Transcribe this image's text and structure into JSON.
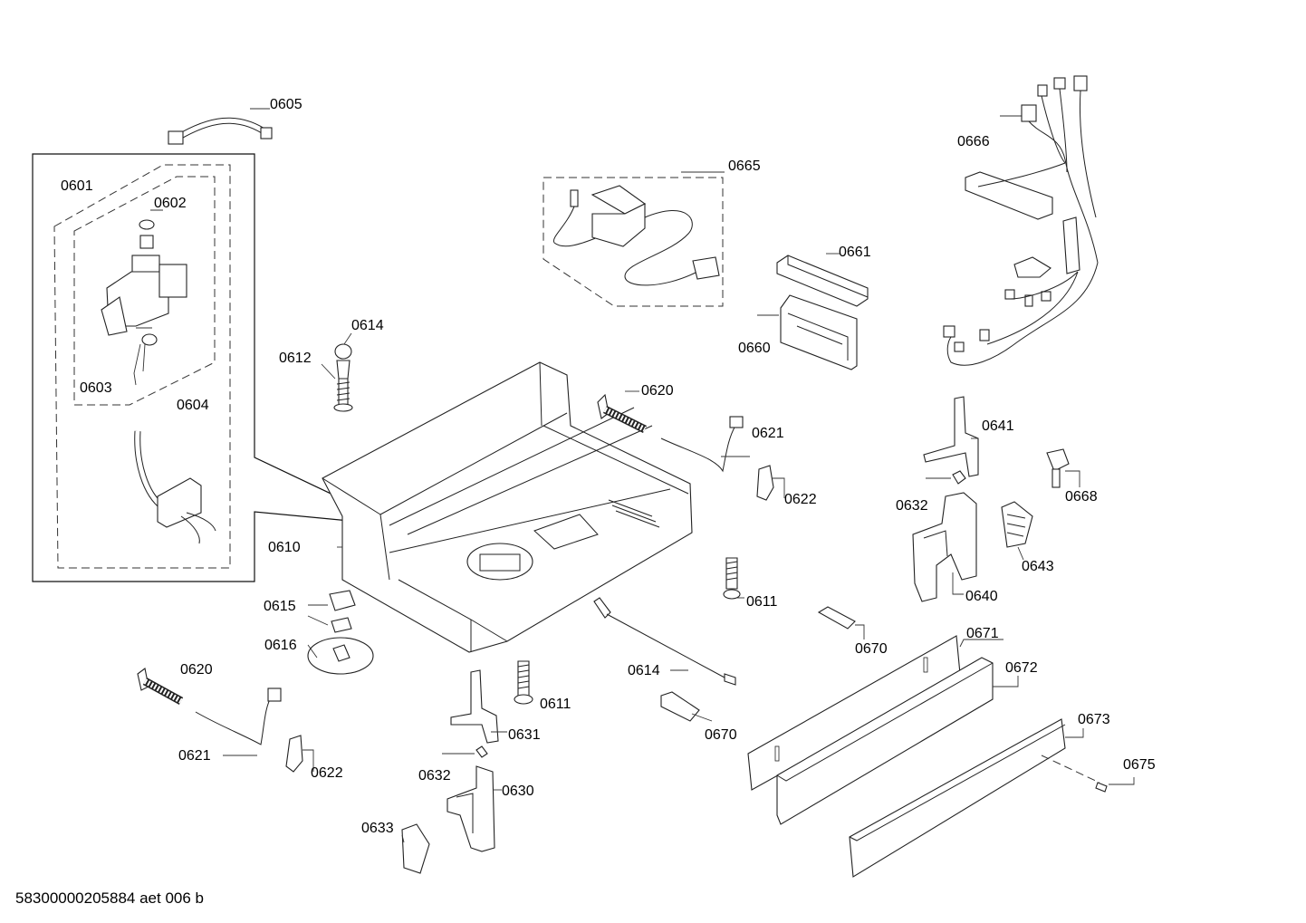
{
  "callouts": {
    "c0601": "0601",
    "c0602": "0602",
    "c0603": "0603",
    "c0604": "0604",
    "c0605": "0605",
    "c0610": "0610",
    "c0611a": "0611",
    "c0611b": "0611",
    "c0612": "0612",
    "c0614a": "0614",
    "c0614b": "0614",
    "c0615": "0615",
    "c0616": "0616",
    "c0620a": "0620",
    "c0620b": "0620",
    "c0621a": "0621",
    "c0621b": "0621",
    "c0622a": "0622",
    "c0622b": "0622",
    "c0630": "0630",
    "c0631": "0631",
    "c0632a": "0632",
    "c0632b": "0632",
    "c0633": "0633",
    "c0640": "0640",
    "c0641": "0641",
    "c0643": "0643",
    "c0660": "0660",
    "c0661": "0661",
    "c0665": "0665",
    "c0666": "0666",
    "c0668": "0668",
    "c0670a": "0670",
    "c0670b": "0670",
    "c0671": "0671",
    "c0672": "0672",
    "c0673": "0673",
    "c0675": "0675"
  },
  "footer": {
    "drawing_id": "58300000205884 aet 006 b"
  }
}
